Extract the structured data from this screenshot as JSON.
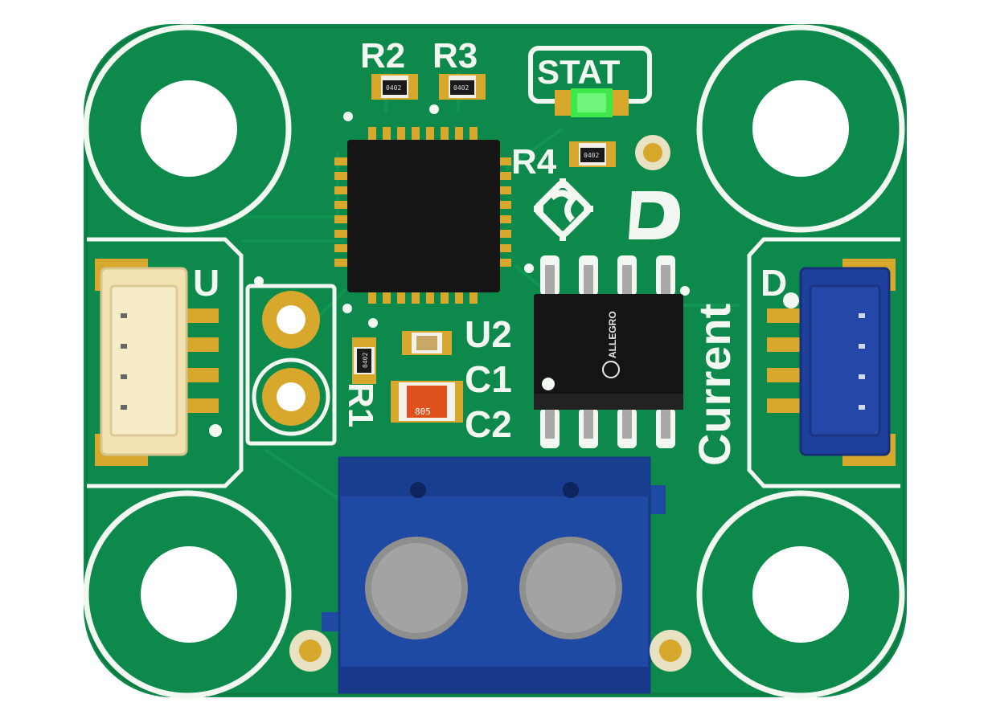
{
  "silkscreen": {
    "r2": "R2",
    "r3": "R3",
    "r4": "R4",
    "r1": "R1",
    "stat": "STAT",
    "u2": "U2",
    "c1": "C1",
    "c2": "C2",
    "u": "U",
    "d": "D",
    "current": "Current"
  },
  "package_marks": {
    "r2": "0402",
    "r3": "0402",
    "r4": "0402",
    "r1": "0402",
    "c2": "805",
    "sensor_brand": "ALLEGRO"
  },
  "colors": {
    "board": "#0d8a4b",
    "silkscreen": "#f2f7f2",
    "copper_pad": "#d7a82c",
    "terminal_block": "#1f4aa3",
    "jst_left": "#f3e3b3",
    "jst_right": "#1f3f9c",
    "led": "#3ee84a",
    "ic_body": "#151515"
  }
}
